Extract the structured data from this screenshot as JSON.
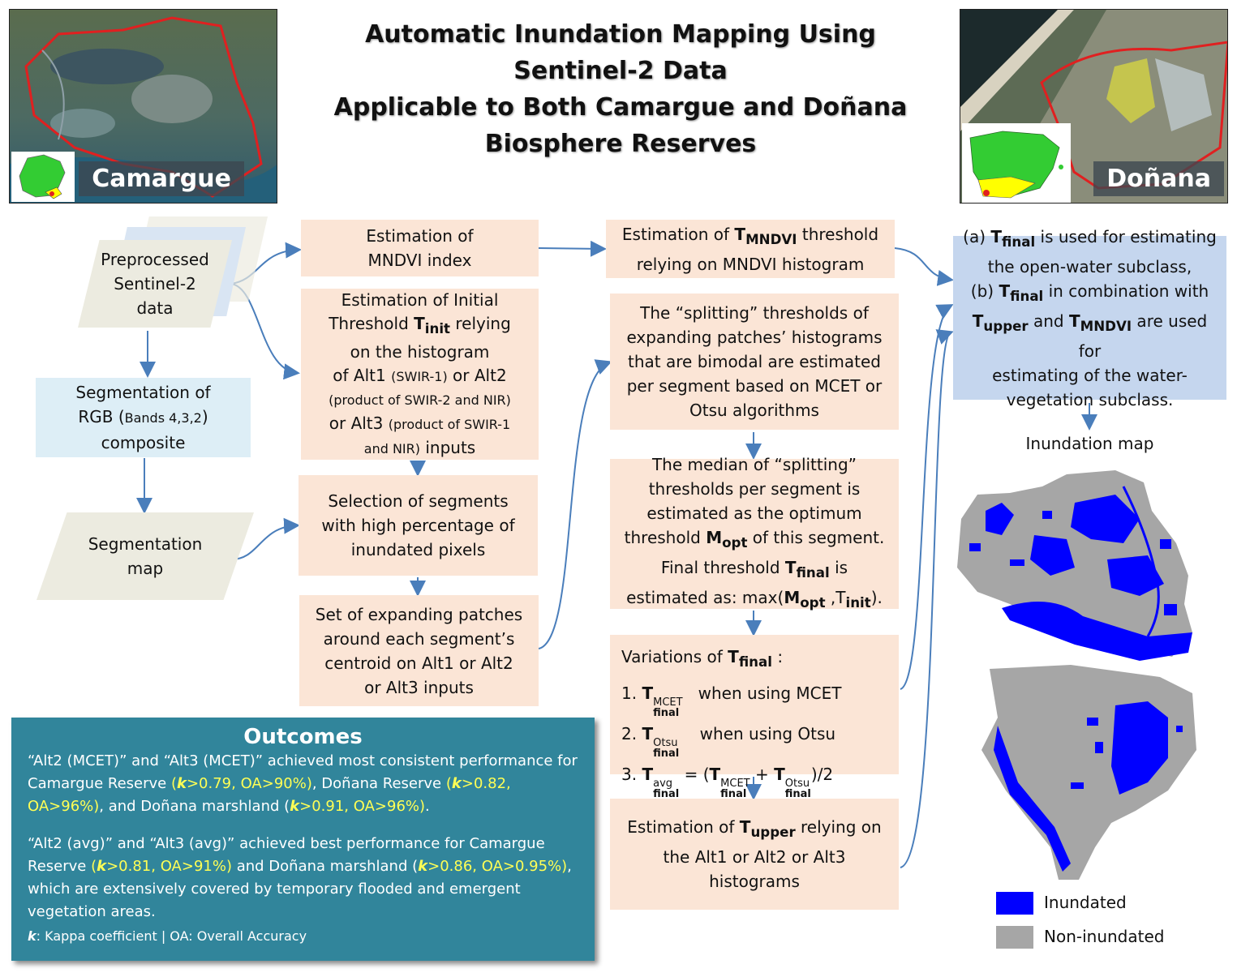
{
  "title": {
    "line1": "Automatic Inundation Mapping Using",
    "line2": "Sentinel-2 Data",
    "line3": "Applicable to Both Camargue and Doñana",
    "line4": "Biosphere Reserves"
  },
  "maps": {
    "left_label": "Camargue",
    "right_label": "Doñana"
  },
  "inputs": {
    "preprocessed": [
      "Preprocessed",
      "Sentinel-2",
      "data"
    ],
    "segmentation_map": [
      "Segmentation",
      "map"
    ]
  },
  "segmentation_box": {
    "line1": "Segmentation of",
    "line2a": "RGB (",
    "line2b": "Bands 4,3,2",
    "line2c": ")",
    "line3": "composite"
  },
  "col2": {
    "mndvi": [
      "Estimation of",
      "MNDVI index"
    ],
    "init": {
      "l1": "Estimation of Initial",
      "l2a": "Threshold ",
      "T": "T",
      "sub": "init",
      "l2b": " relying",
      "l3": "on the histogram",
      "l4a": "of Alt1 ",
      "l4b": "(SWIR-1)",
      "l4c": " or Alt2",
      "l5": "(product of SWIR-2 and NIR)",
      "l6a": "or Alt3 ",
      "l6b": "(product of SWIR-1",
      "l7a": "and NIR)",
      "l7b": " inputs"
    },
    "selection": [
      "Selection of segments",
      "with high percentage of",
      "inundated pixels"
    ],
    "patches": [
      "Set of expanding patches",
      "around each segment’s",
      "centroid on Alt1 or Alt2",
      "or Alt3 inputs"
    ]
  },
  "col3": {
    "mndvi_thr": {
      "a": "Estimation of ",
      "T": "T",
      "sub": "MNDVI",
      "b": " threshold",
      "l2": "relying on MNDVI histogram"
    },
    "splitting": [
      "The “splitting” thresholds of",
      "expanding patches’ histograms",
      "that are bimodal are estimated",
      "per segment based on MCET or",
      "Otsu algorithms"
    ],
    "median": {
      "l1": "The median of “splitting”",
      "l2": "thresholds per segment is",
      "l3": "estimated as the optimum",
      "l4a": "threshold ",
      "M": "M",
      "Msub": "opt",
      "l4b": " of this segment.",
      "l5a": "Final threshold ",
      "T": "T",
      "Tsub": "final",
      "l5b": " is",
      "l6a": "estimated as: max(",
      "l6b": " ,",
      "l6c": ")."
    },
    "variations": {
      "head": "Variations of ",
      "T": "T",
      "Tsub": "final",
      "colon": " :",
      "v1": "when using MCET",
      "v2": "when using Otsu",
      "mcet": "MCET",
      "otsu": "Otsu",
      "avg": "avg",
      "final": "final",
      "div": ")/2"
    },
    "upper": {
      "a": "Estimation of ",
      "T": "T",
      "sub": "upper",
      "b": " relying on",
      "l2": "the Alt1 or Alt2 or Alt3",
      "l3": "histograms"
    }
  },
  "col4": {
    "final_box": {
      "a1": "(a) ",
      "T": "T",
      "fsub": "final",
      "a2": " is used for estimating",
      "a3": "the open-water subclass,",
      "b1": "(b) ",
      "b2": " in combination with",
      "usub": "upper",
      "b3": " and ",
      "msub": "MNDVI",
      "b4": " are used for",
      "b5": "estimating of the water-",
      "b6": "vegetation subclass."
    },
    "inundation_title": "Inundation map",
    "legend": [
      {
        "label": "Inundated",
        "color": "#0000ff"
      },
      {
        "label": "Non-inundated",
        "color": "#a6a6a6"
      }
    ]
  },
  "outcomes": {
    "title": "Outcomes",
    "p1a": "“Alt2 (MCET)” and “Alt3 (MCET)” achieved most consistent performance for Camargue Reserve ",
    "p1b": "(",
    "k": "k",
    "p1c": ">0.79, OA>90%)",
    "p1d": ", Doñana Reserve ",
    "p1e": ">0.82, OA>96%)",
    "p1f": ", and Doñana marshland (",
    "p1g": ">0.91, OA>96%)",
    "p1h": ".",
    "p2a": "“Alt2 (avg)” and “Alt3 (avg)” achieved best performance for Camargue Reserve ",
    "p2b": ">0.81, OA>91%)",
    "p2c": " and Doñana marshland (",
    "p2d": ">0.86, OA>0.95%)",
    "p2e": ", which are extensively covered by temporary flooded and emergent vegetation areas.",
    "note_k": "k",
    "note": ": Kappa coefficient  |  OA: Overall Accuracy"
  },
  "colors": {
    "peach": "#fbe5d6",
    "light_blue": "#ddeef6",
    "blue_box": "#c5d6ee",
    "outcome_bg": "#31859b",
    "arrow": "#4a7ebb",
    "highlight": "#ffff55"
  }
}
